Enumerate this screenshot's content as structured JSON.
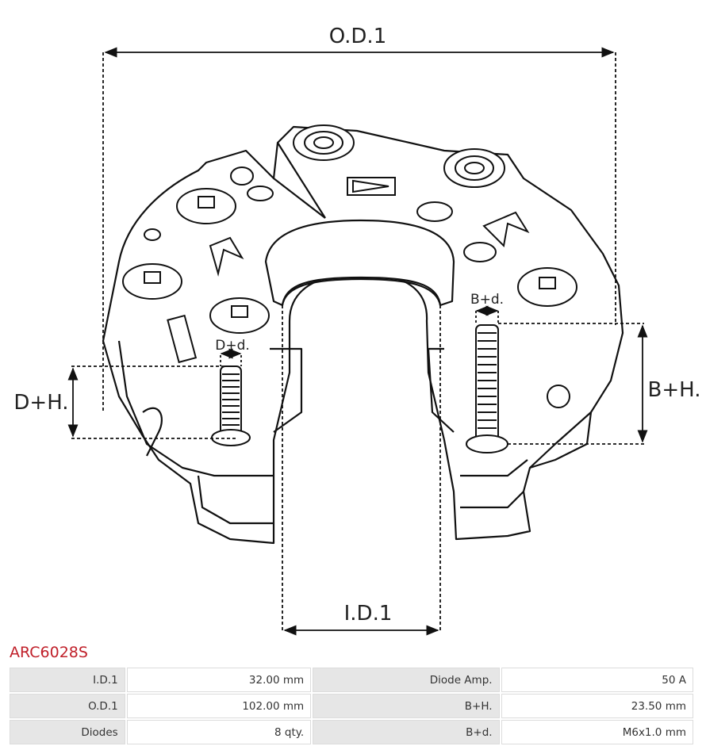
{
  "diagram": {
    "labels": {
      "od": "O.D.1",
      "id": "I.D.1",
      "dh": "D+H.",
      "dd": "D+d.",
      "bh": "B+H.",
      "bd": "B+d."
    }
  },
  "part": {
    "code": "ARC6028S"
  },
  "specs": {
    "rows": [
      {
        "label1": "I.D.1",
        "value1": "32.00 mm",
        "label2": "Diode Amp.",
        "value2": "50 A"
      },
      {
        "label1": "O.D.1",
        "value1": "102.00 mm",
        "label2": "B+H.",
        "value2": "23.50 mm"
      },
      {
        "label1": "Diodes",
        "value1": "8 qty.",
        "label2": "B+d.",
        "value2": "M6x1.0 mm"
      }
    ]
  },
  "colors": {
    "title": "#c0202a",
    "label_cell": "#e6e6e6",
    "line": "#111111"
  }
}
